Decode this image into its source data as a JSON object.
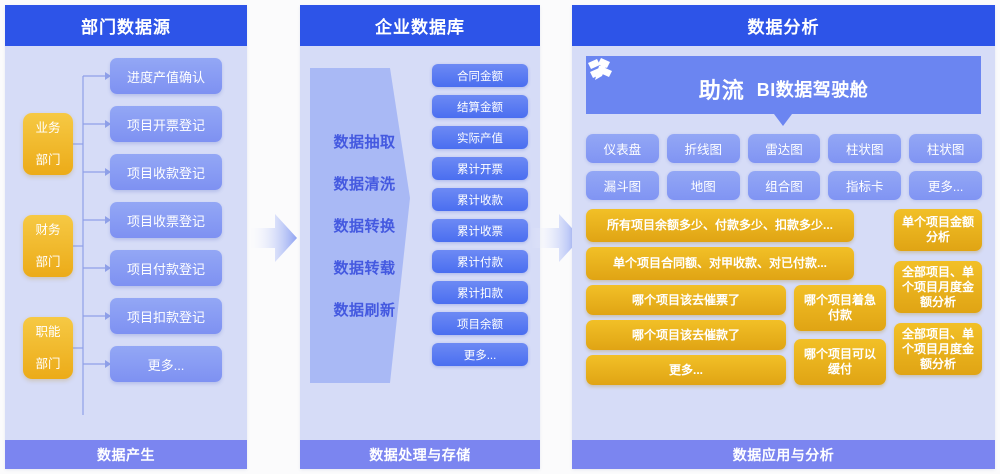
{
  "panels": [
    {
      "id": "department-data-source",
      "header": "部门数据源",
      "footer": "数据产生",
      "departments": [
        {
          "line1": "业务",
          "line2": "部门"
        },
        {
          "line1": "财务",
          "line2": "部门"
        },
        {
          "line1": "职能",
          "line2": "部门"
        }
      ],
      "sources": [
        "进度产值确认",
        "项目开票登记",
        "项目收款登记",
        "项目收票登记",
        "项目付款登记",
        "项目扣款登记",
        "更多..."
      ]
    },
    {
      "id": "enterprise-database",
      "header": "企业数据库",
      "footer": "数据处理与存储",
      "etl_steps": [
        "数据抽取",
        "数据清洗",
        "数据转换",
        "数据转载",
        "数据刷新"
      ],
      "fields": [
        "合同金额",
        "结算金额",
        "实际产值",
        "累计开票",
        "累计收款",
        "累计收票",
        "累计付款",
        "累计扣款",
        "项目余额",
        "更多..."
      ]
    },
    {
      "id": "data-analysis",
      "header": "数据分析",
      "footer": "数据应用与分析",
      "banner": {
        "logo_icon": "lightning-flow-logo-icon",
        "brand": "助流",
        "title": "BI数据驾驶舱"
      },
      "chart_types": [
        "仪表盘",
        "折线图",
        "雷达图",
        "柱状图",
        "柱状图",
        "漏斗图",
        "地图",
        "组合图",
        "指标卡",
        "更多..."
      ],
      "questions": {
        "wide": [
          "所有项目余额多少、付款多少、扣款多少...",
          "单个项目合同额、对甲收款、对已付款..."
        ],
        "left": [
          "哪个项目该去催票了",
          "哪个项目该去催款了",
          "更多..."
        ],
        "middle": [
          "哪个项目着急付款",
          "哪个项目可以缓付"
        ],
        "right": [
          "单个项目金额分析",
          "全部项目、单个项目月度金额分析",
          "全部项目、单个项目月度金额分析"
        ]
      }
    }
  ],
  "arrows": [
    {
      "name": "arrow-source-to-database"
    },
    {
      "name": "arrow-database-to-analysis"
    }
  ],
  "colors": {
    "header_blue": "#2d54e8",
    "footer_blue": "#7b85f0",
    "panel_bg": "#d6dcf7",
    "card_blue": "#8094f3",
    "field_blue": "#4a6ef0",
    "accent_yellow": "#e0a414",
    "dept_yellow": "#ecab18"
  }
}
